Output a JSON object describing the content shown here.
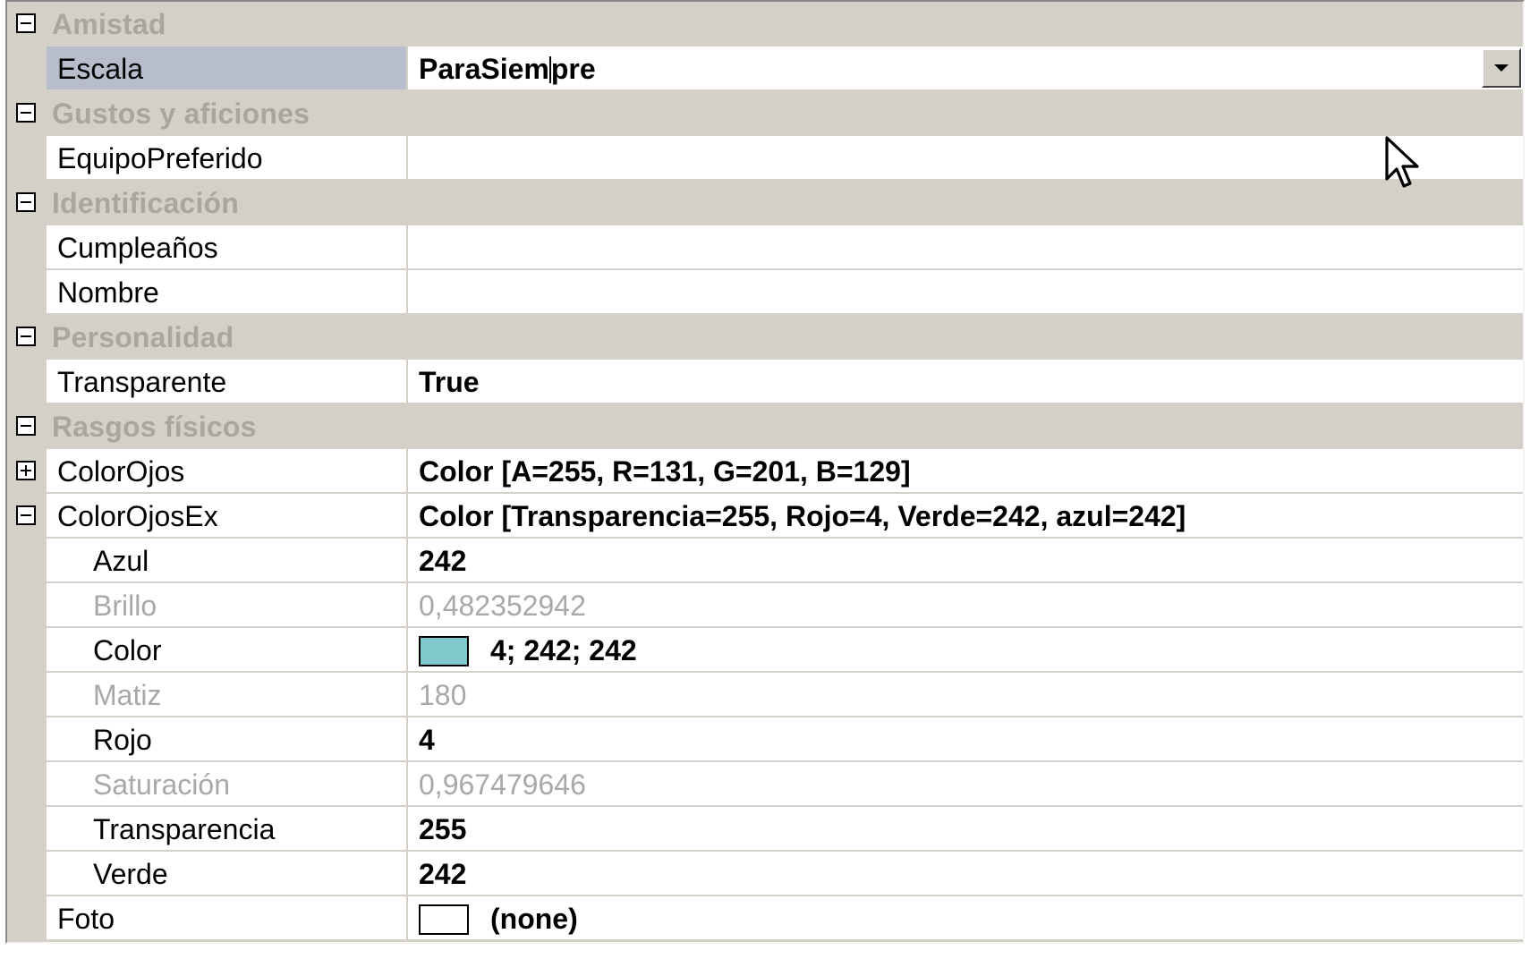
{
  "categories": [
    {
      "label": "Amistad",
      "props": [
        {
          "name": "Escala",
          "value_before_caret": "ParaSiem",
          "value_after_caret": "pre",
          "bold": true,
          "selected": true,
          "editing": true
        }
      ]
    },
    {
      "label": "Gustos y aficiones",
      "props": [
        {
          "name": "EquipoPreferido",
          "value": ""
        }
      ]
    },
    {
      "label": "Identificación",
      "props": [
        {
          "name": "Cumpleaños",
          "value": ""
        },
        {
          "name": "Nombre",
          "value": ""
        }
      ]
    },
    {
      "label": "Personalidad",
      "props": [
        {
          "name": "Transparente",
          "value": "True",
          "bold": true
        }
      ]
    },
    {
      "label": "Rasgos físicos",
      "props": [
        {
          "name": "ColorOjos",
          "value": "Color [A=255, R=131, G=201, B=129]",
          "bold": true,
          "expander": "plus"
        },
        {
          "name": "ColorOjosEx",
          "value": "Color [Transparencia=255, Rojo=4, Verde=242, azul=242]",
          "bold": true,
          "expander": "minus"
        },
        {
          "name": "Azul",
          "value": "242",
          "bold": true,
          "sub": true
        },
        {
          "name": "Brillo",
          "value": "0,482352942",
          "sub": true,
          "disabled": true
        },
        {
          "name": "Color",
          "value": "4; 242; 242",
          "bold": true,
          "sub": true,
          "swatch": "#7fc8cc"
        },
        {
          "name": "Matiz",
          "value": "180",
          "sub": true,
          "disabled": true
        },
        {
          "name": "Rojo",
          "value": "4",
          "bold": true,
          "sub": true
        },
        {
          "name": "Saturación",
          "value": "0,967479646",
          "sub": true,
          "disabled": true
        },
        {
          "name": "Transparencia",
          "value": "255",
          "bold": true,
          "sub": true
        },
        {
          "name": "Verde",
          "value": "242",
          "bold": true,
          "sub": true
        },
        {
          "name": "Foto",
          "value": "(none)",
          "bold": true,
          "swatch": "#ffffff"
        }
      ]
    }
  ],
  "colors": {
    "grid_background": "#d4d0c8",
    "category_text": "#aaa69c",
    "selected_name_background": "#b8bdcc",
    "disabled_text": "#a8a8a8"
  }
}
